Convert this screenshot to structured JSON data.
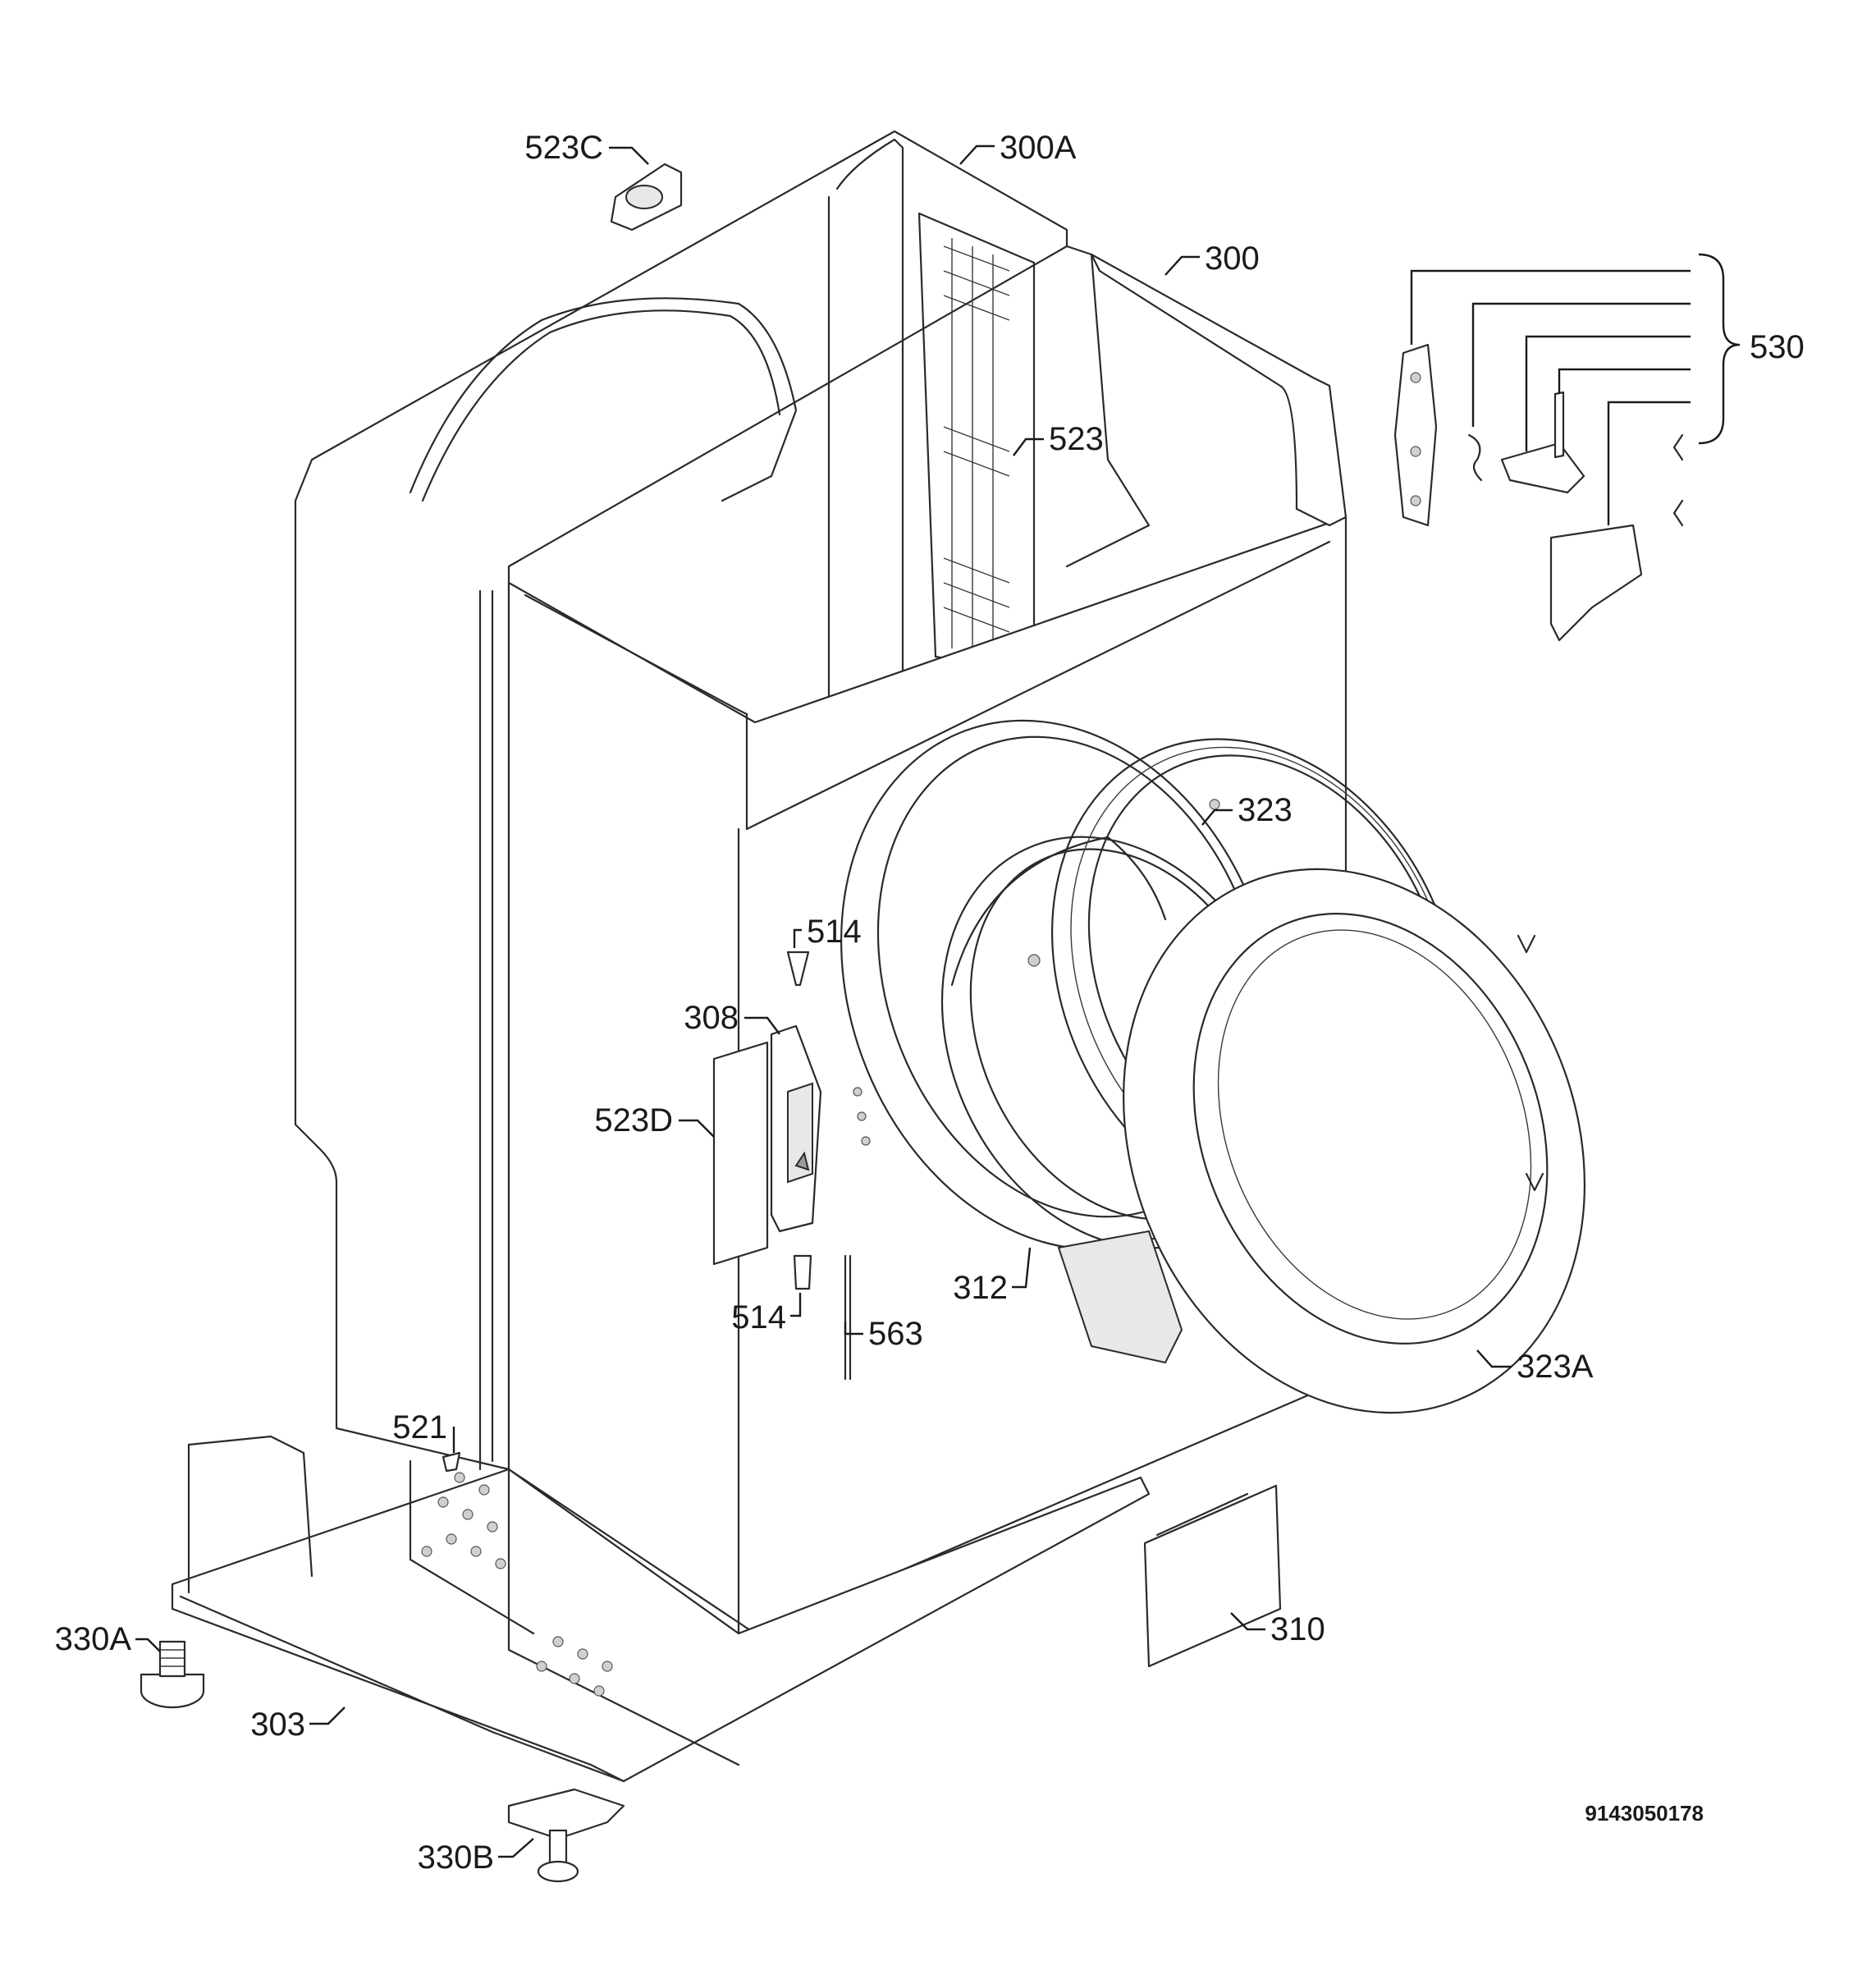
{
  "diagram": {
    "document_number": "9143050178",
    "parts": [
      {
        "key": "p523C",
        "label": "523C"
      },
      {
        "key": "p300A",
        "label": "300A"
      },
      {
        "key": "p300",
        "label": "300"
      },
      {
        "key": "p530",
        "label": "530"
      },
      {
        "key": "p523",
        "label": "523"
      },
      {
        "key": "p323",
        "label": "323"
      },
      {
        "key": "p514a",
        "label": "514"
      },
      {
        "key": "p308",
        "label": "308"
      },
      {
        "key": "p523D",
        "label": "523D"
      },
      {
        "key": "p312",
        "label": "312"
      },
      {
        "key": "p514b",
        "label": "514"
      },
      {
        "key": "p563",
        "label": "563"
      },
      {
        "key": "p323A",
        "label": "323A"
      },
      {
        "key": "p521",
        "label": "521"
      },
      {
        "key": "p310",
        "label": "310"
      },
      {
        "key": "p330A",
        "label": "330A"
      },
      {
        "key": "p303",
        "label": "303"
      },
      {
        "key": "p330B",
        "label": "330B"
      }
    ]
  }
}
